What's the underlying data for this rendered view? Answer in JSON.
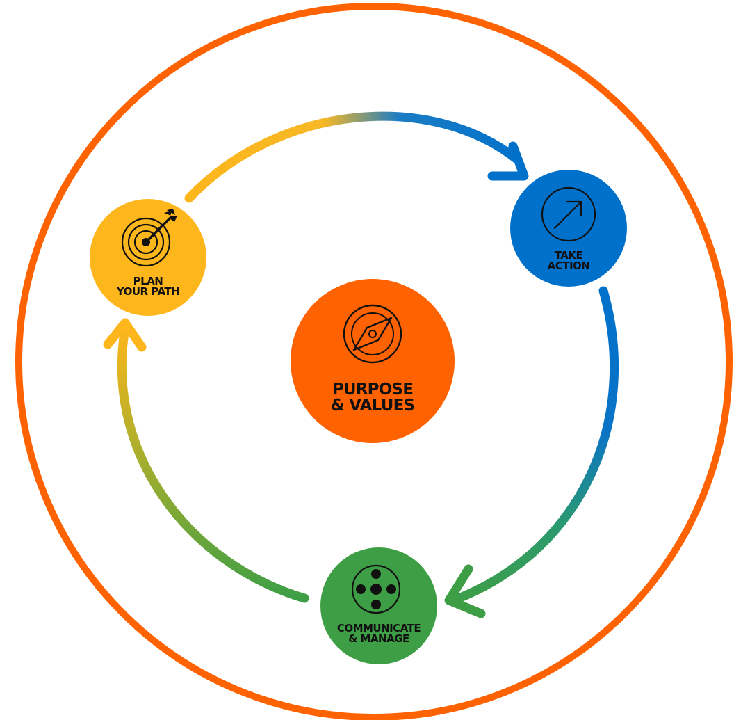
{
  "diagram": {
    "center": {
      "icon": "compass-icon",
      "label_line1": "PURPOSE",
      "label_line2": "& VALUES",
      "color": "#FF6200"
    },
    "outer_ring": {
      "color": "#FF6200"
    },
    "steps": [
      {
        "id": "plan",
        "icon": "target-dart-icon",
        "label_line1": "PLAN",
        "label_line2": "YOUR PATH",
        "color": "#FDB61C"
      },
      {
        "id": "action",
        "icon": "arrow-up-right-icon",
        "label_line1": "TAKE",
        "label_line2": "ACTION",
        "color": "#0071CB"
      },
      {
        "id": "communicate",
        "icon": "network-icon",
        "label_line1": "COMMUNICATE",
        "label_line2": "& MANAGE",
        "color": "#3D9E45"
      }
    ]
  }
}
